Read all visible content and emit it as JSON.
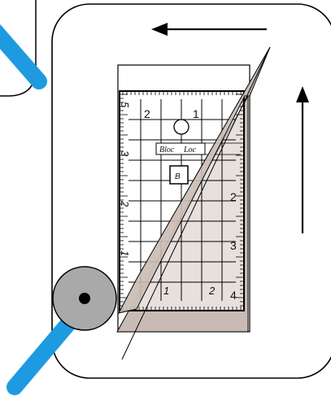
{
  "ruler": {
    "brand_left": "Bloc",
    "brand_right": "Loc",
    "center_badge": "B",
    "top_numbers": [
      "2",
      "1"
    ],
    "right_numbers": [
      "2",
      "3",
      "4"
    ],
    "left_numbers": [
      "5",
      "3",
      "2",
      "1"
    ],
    "bottom_numbers": [
      "1",
      "2"
    ]
  },
  "colors": {
    "mat": "#ffffff",
    "mat_outline": "#000000",
    "fabric": "#c9bbb3",
    "cutter_blade": "#a9a9a9",
    "cutter_handle": "#1e9be0",
    "arrow": "#000000"
  },
  "icons": [
    "rotary-cutter-icon",
    "arrow-left-icon",
    "arrow-up-icon"
  ]
}
